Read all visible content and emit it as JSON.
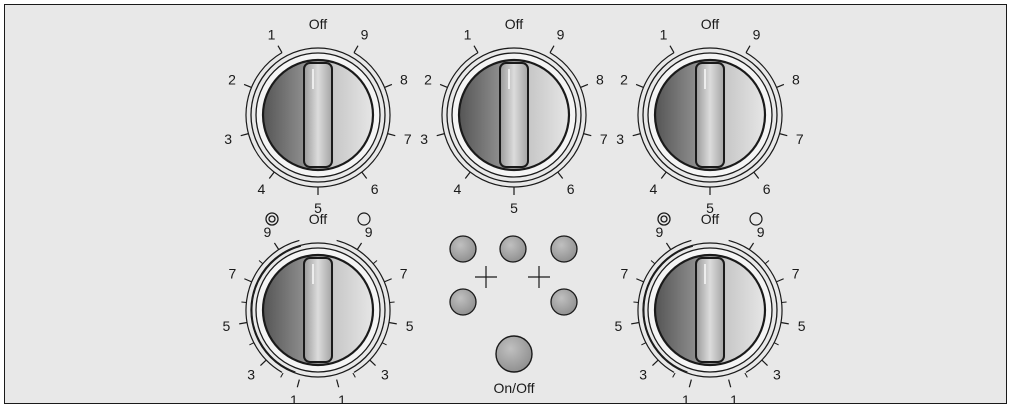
{
  "off_label": "Off",
  "on_off_label": "On/Off",
  "top_scale": [
    "1",
    "2",
    "3",
    "4",
    "5",
    "6",
    "7",
    "8",
    "9"
  ],
  "bottom_left_labels": [
    "9",
    "7",
    "5",
    "3",
    "1"
  ],
  "bottom_right_labels": [
    "9",
    "7",
    "5",
    "3",
    "1"
  ],
  "colors": {
    "panel": "#e8e8e8",
    "ink": "#1a1a1a",
    "knob_dark": "#6a6a6a",
    "knob_light": "#d4d4d4",
    "indicator_fill": "#a8a8a8"
  },
  "icons": {
    "dual_zone": "double-circle-icon",
    "single_zone": "single-circle-icon"
  }
}
